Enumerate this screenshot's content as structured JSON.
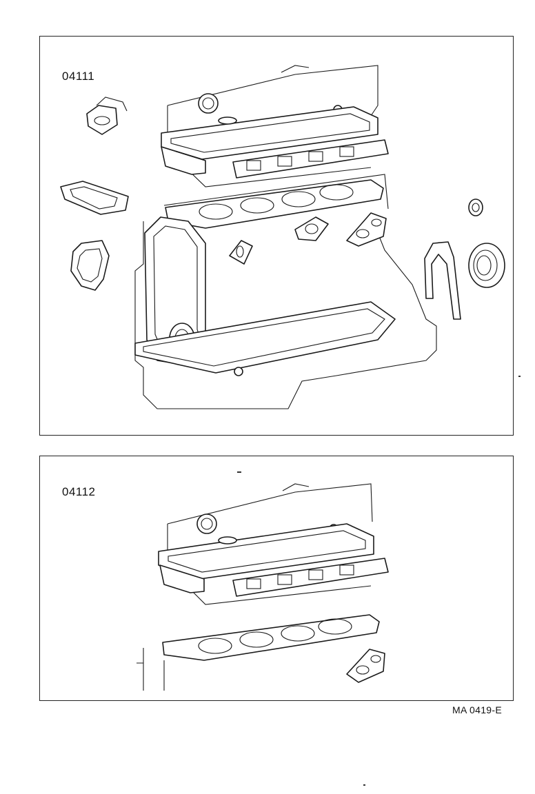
{
  "panels": [
    {
      "part_number": "04111"
    },
    {
      "part_number": "04112"
    }
  ],
  "figure_code": "MA 0419-E",
  "icons": [
    "engine-block-illustration",
    "cylinder-head-illustration",
    "gasket-illustration",
    "oil-seal-illustration"
  ],
  "colors": {
    "line": "#1a1a1a",
    "background": "#ffffff"
  }
}
